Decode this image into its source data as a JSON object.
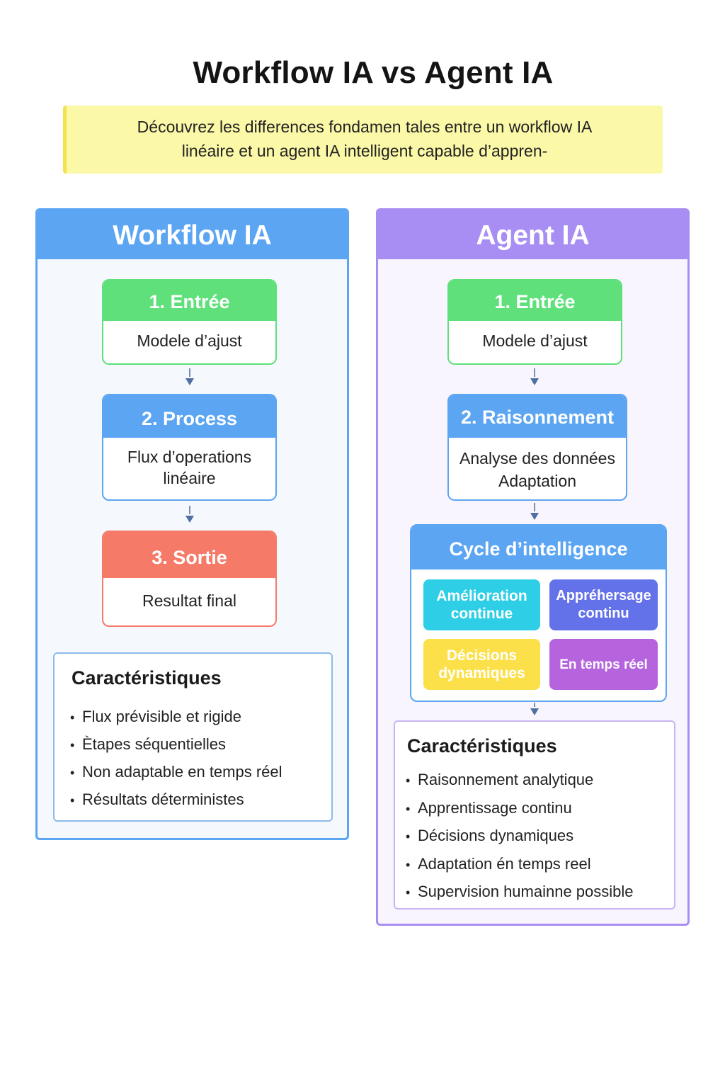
{
  "title": "Workflow IA vs Agent IA",
  "intro": {
    "line1": "Découvrez les differences fondamen tales entre un workflow IA",
    "line2": "linéaire et un agent IA intelligent capable d’appren-"
  },
  "workflow": {
    "heading": "Workflow IA",
    "steps": [
      {
        "title": "1. Entrée",
        "lines": [
          "Modele d’ajust"
        ]
      },
      {
        "title": "2. Process",
        "lines": [
          "Flux d’operations",
          "linéaire"
        ]
      },
      {
        "title": "3. Sortie",
        "lines": [
          "Resultat final"
        ]
      }
    ],
    "features": {
      "title": "Caractéristiques",
      "items": [
        "Flux prévisible et rigide",
        "Ètapes séquentielles",
        "Non adaptable en temps réel",
        "Résultats déterministes"
      ]
    }
  },
  "agent": {
    "heading": "Agent IA",
    "steps": [
      {
        "title": "1. Entrée",
        "lines": [
          "Modele d’ajust"
        ]
      },
      {
        "title": "2. Raisonnement",
        "lines": [
          "Analyse des données",
          "Adaptation"
        ]
      }
    ],
    "cycle": {
      "title": "Cycle d’intelligence",
      "tiles": [
        {
          "line1": "Amélioration",
          "line2": "continue"
        },
        {
          "line1": "Appréhersage",
          "line2": "continu"
        },
        {
          "line1": "Décisions",
          "line2": "dynamiques"
        },
        {
          "line1": "En temps réel",
          "line2": ""
        }
      ]
    },
    "features": {
      "title": "Caractéristiques",
      "items": [
        "Raisonnement analytique",
        "Apprentissage continu",
        "Décisions dynamiques",
        "Adaptation én temps reel",
        "Supervision humainne possible"
      ]
    }
  },
  "colors": {
    "workflow_blue": "#5ba5f2",
    "agent_purple": "#a88ef3",
    "step_green": "#5fe07b",
    "step_red": "#f57a68",
    "tile_cyan": "#2ecfe6",
    "tile_indigo": "#6472ea",
    "tile_yellow": "#fbe04a",
    "tile_violet": "#b564de",
    "intro_yellow": "#fbf8a8"
  }
}
